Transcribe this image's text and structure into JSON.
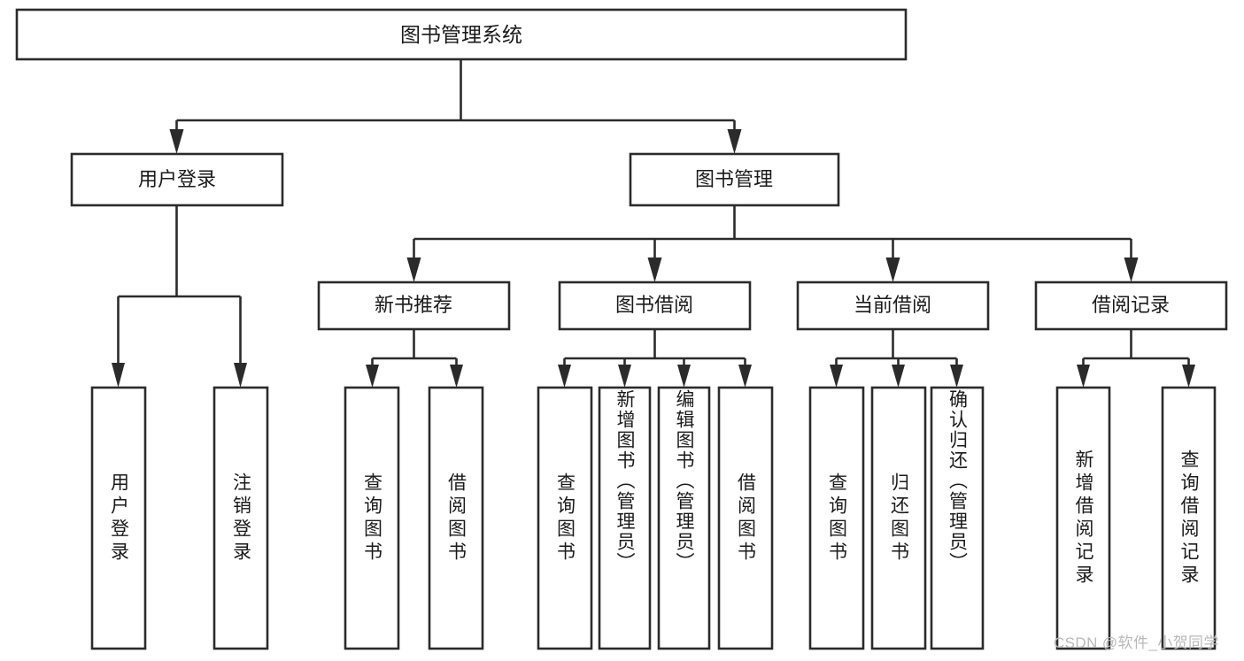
{
  "diagram": {
    "type": "tree-hierarchy",
    "orientation": "top-down",
    "title": "图书管理系统",
    "background_color": "#ffffff",
    "line_color": "#2b2b2b",
    "text_color": "#1a1a1a",
    "levels": 4,
    "nodes": {
      "root": {
        "label": "图书管理系统"
      },
      "level2": [
        {
          "id": "user-login",
          "label": "用户登录"
        },
        {
          "id": "book-manage",
          "label": "图书管理"
        }
      ],
      "level3": [
        {
          "id": "new-book-recommend",
          "label": "新书推荐",
          "parent": "book-manage"
        },
        {
          "id": "book-borrow",
          "label": "图书借阅",
          "parent": "book-manage"
        },
        {
          "id": "current-borrow",
          "label": "当前借阅",
          "parent": "book-manage"
        },
        {
          "id": "borrow-record",
          "label": "借阅记录",
          "parent": "book-manage"
        }
      ],
      "leaves": [
        {
          "id": "leaf-user-login",
          "label": "用户登录",
          "parent": "user-login"
        },
        {
          "id": "leaf-logout-login",
          "label": "注销登录",
          "parent": "user-login"
        },
        {
          "id": "leaf-query-book-1",
          "label": "查询图书",
          "parent": "new-book-recommend"
        },
        {
          "id": "leaf-borrow-book-1",
          "label": "借阅图书",
          "parent": "new-book-recommend"
        },
        {
          "id": "leaf-query-book-2",
          "label": "查询图书",
          "parent": "book-borrow"
        },
        {
          "id": "leaf-add-book",
          "label": "新增图书（管理员）",
          "parent": "book-borrow"
        },
        {
          "id": "leaf-edit-book",
          "label": "编辑图书（管理员）",
          "parent": "book-borrow"
        },
        {
          "id": "leaf-borrow-book-2",
          "label": "借阅图书",
          "parent": "book-borrow"
        },
        {
          "id": "leaf-query-book-3",
          "label": "查询图书",
          "parent": "current-borrow"
        },
        {
          "id": "leaf-return-book",
          "label": "归还图书",
          "parent": "current-borrow"
        },
        {
          "id": "leaf-confirm-return",
          "label": "确认归还（管理员）",
          "parent": "current-borrow"
        },
        {
          "id": "leaf-add-record",
          "label": "新增借阅记录",
          "parent": "borrow-record"
        },
        {
          "id": "leaf-query-record",
          "label": "查询借阅记录",
          "parent": "borrow-record"
        }
      ]
    }
  },
  "watermark": {
    "text": "CSDN @软件_小贺同学"
  }
}
